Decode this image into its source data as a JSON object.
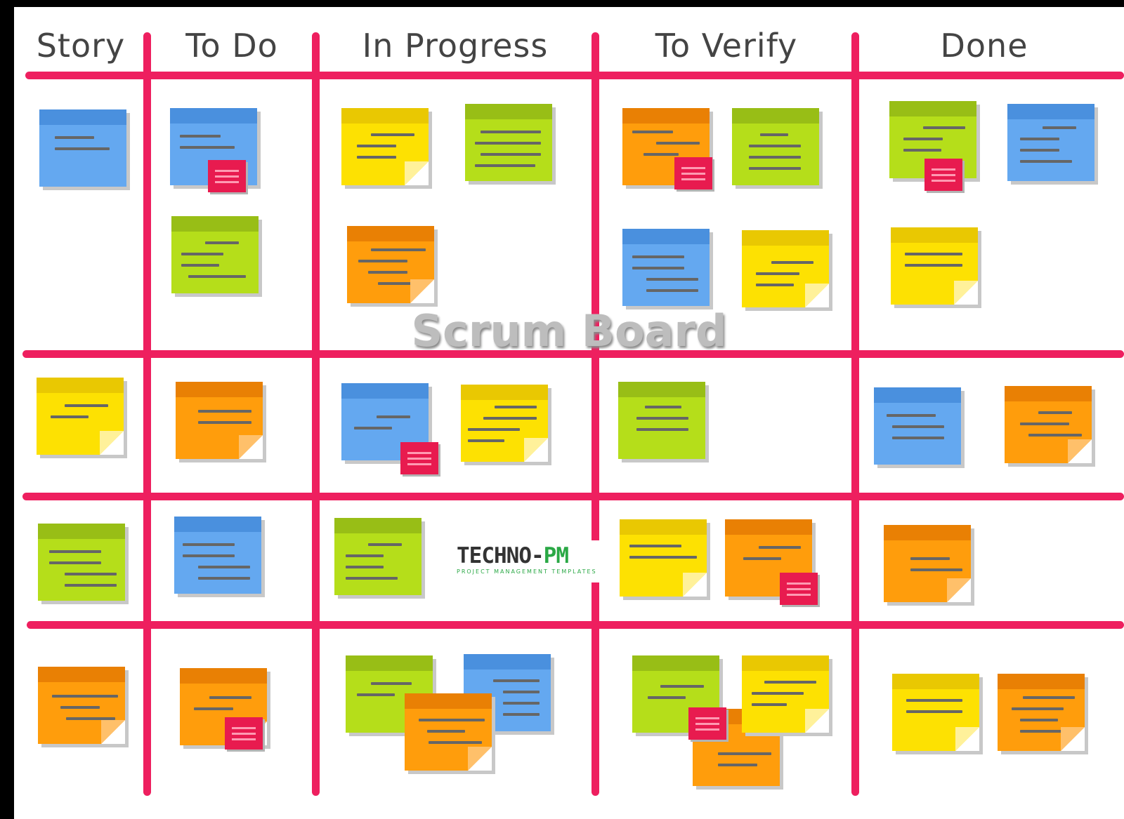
{
  "columns": [
    "Story",
    "To Do",
    "In Progress",
    "To Verify",
    "Done"
  ],
  "title": "Scrum Board",
  "logo": {
    "main_a": "TECHNO-",
    "main_b": "PM",
    "sub": "PROJECT MANAGEMENT TEMPLATES"
  },
  "colors": {
    "line": "#ee1f5f",
    "blue": "#64a8f0",
    "green": "#b5de1a",
    "yellow": "#fde102",
    "orange": "#ff9d0c",
    "flag": "#e81b4f"
  },
  "rows": [
    "row-1",
    "row-2",
    "row-3",
    "row-4"
  ]
}
